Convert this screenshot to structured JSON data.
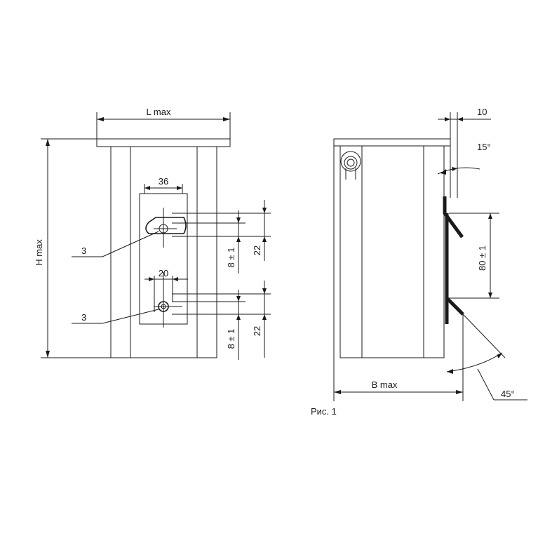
{
  "front_view": {
    "width_label": "L max",
    "height_label": "H max",
    "top_slot_width_label": "36",
    "bottom_slot_width_label": "20",
    "top_hole_callout": "3",
    "bottom_hole_callout": "3",
    "top_offset_label": "8 ± 1",
    "top_spacing_label": "22",
    "bottom_offset_label": "8 ± 1",
    "bottom_spacing_label": "22"
  },
  "side_view": {
    "depth_label": "B max",
    "plate_thickness_label": "10",
    "top_angle_label": "15°",
    "plate_height_label": "80 ± 1",
    "bottom_angle_label": "45°"
  },
  "caption": "Рис. 1",
  "colors": {
    "line": "#1a1a1a",
    "background": "#ffffff"
  }
}
